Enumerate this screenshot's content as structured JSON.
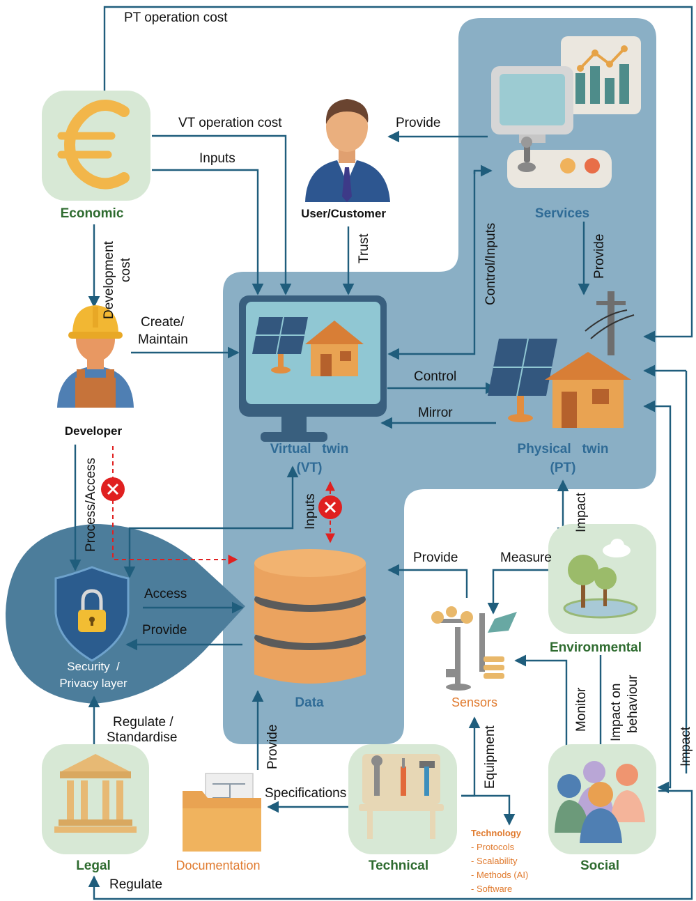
{
  "colors": {
    "panel": "#8aafc5",
    "arrow": "#1f5d7c",
    "warning": "#e02020",
    "green_node": "#d7e8d5",
    "economic_label": "#2e6b2f",
    "twin_label": "#2f6b96",
    "orange_label": "#e07a2e"
  },
  "nodes": {
    "economic": "Economic",
    "user": "User/Customer",
    "services": "Services",
    "developer": "Developer",
    "vt_line1": "Virtual   twin",
    "vt_line2": "(VT)",
    "pt_line1": "Physical   twin",
    "pt_line2": "(PT)",
    "security_line1": "Security  /",
    "security_line2": "Privacy layer",
    "data": "Data",
    "environmental": "Environmental",
    "sensors": "Sensors",
    "legal": "Legal",
    "documentation": "Documentation",
    "technical": "Technical",
    "social": "Social"
  },
  "edges": {
    "pt_operation_cost": "PT operation cost",
    "vt_operation_cost": "VT operation cost",
    "inputs_top": "Inputs",
    "provide_user": "Provide",
    "trust": "Trust",
    "control_inputs": "Control/Inputs",
    "provide_services": "Provide",
    "development_cost_1": "Development",
    "development_cost_2": "cost",
    "create_maintain_1": "Create/",
    "create_maintain_2": "Maintain",
    "control": "Control",
    "mirror": "Mirror",
    "process_access": "Process/Access",
    "inputs_data": "Inputs",
    "impact_env": "Impact",
    "provide_sensors": "Provide",
    "measure": "Measure",
    "access": "Access",
    "provide_security": "Provide",
    "regulate_standardise_1": "Regulate /",
    "regulate_standardise_2": "Standardise",
    "provide_doc": "Provide",
    "monitor": "Monitor",
    "impact_behaviour_1": "Impact on",
    "impact_behaviour_2": "behaviour",
    "impact_social": "Impact",
    "equipment": "Equipment",
    "specifications": "Specifications",
    "regulate_bottom": "Regulate"
  },
  "technology": {
    "title": "Technology",
    "items": [
      "- Protocols",
      "- Scalability",
      "- Methods (AI)",
      "- Software"
    ]
  }
}
